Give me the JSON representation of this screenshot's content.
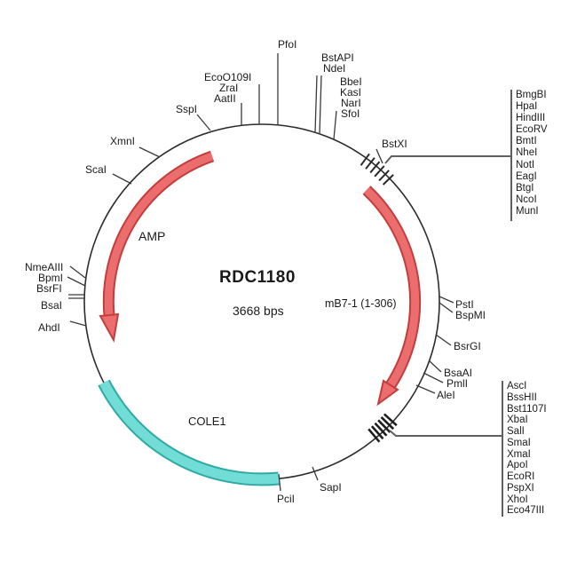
{
  "diagram": {
    "title": "RDC1180",
    "size_label": "3668 bps"
  },
  "features": {
    "amp": "AMP",
    "mb7": "mB7-1 (1-306)",
    "cole1": "COLE1"
  },
  "sites": {
    "pfoi": "PfoI",
    "bstapi": "BstAPI",
    "ndei": "NdeI",
    "bbei": "BbeI",
    "kasi": "KasI",
    "nari": "NarI",
    "sfoi": "SfoI",
    "ecoo109i": "EcoO109I",
    "zrai": "ZraI",
    "aatii": "AatII",
    "sspi": "SspI",
    "xmni": "XmnI",
    "scai": "ScaI",
    "nmeaiii": "NmeAIII",
    "bpmi": "BpmI",
    "bsrfi": "BsrFI",
    "bsai": "BsaI",
    "ahdi": "AhdI",
    "bstxi": "BstXI",
    "psti": "PstI",
    "bspmi": "BspMI",
    "bsrgi": "BsrGI",
    "bsaai": "BsaAI",
    "pmli": "PmlI",
    "alei": "AleI",
    "pcii": "PciI",
    "sapi": "SapI"
  },
  "group_right_top": {
    "items": [
      "BmgBI",
      "HpaI",
      "HindIII",
      "EcoRV",
      "BmtI",
      "NheI",
      "NotI",
      "EagI",
      "BtgI",
      "NcoI",
      "MunI"
    ]
  },
  "group_right_bottom": {
    "items": [
      "AscI",
      "BssHII",
      "Bst1107I",
      "XbaI",
      "SalI",
      "SmaI",
      "XmaI",
      "ApoI",
      "EcoRI",
      "PspXI",
      "XhoI",
      "Eco47III"
    ]
  },
  "colors": {
    "feature_red": "#ec6d6d",
    "feature_red_dark": "#c43d3d",
    "feature_cyan": "#72dcd6",
    "feature_cyan_dark": "#2fa9a3"
  }
}
